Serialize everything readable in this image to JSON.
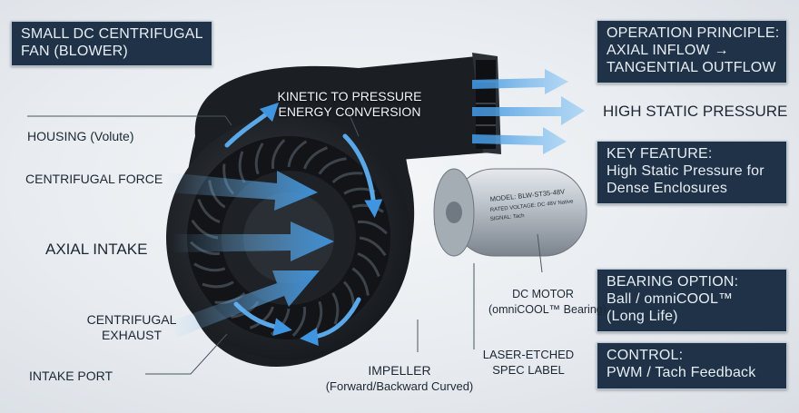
{
  "title_box": {
    "line1": "SMALL DC CENTRIFUGAL",
    "line2": "FAN (BLOWER)"
  },
  "operation_box": {
    "line1": "OPERATION PRINCIPLE:",
    "line2": "AXIAL INFLOW →",
    "line3": "TANGENTIAL OUTFLOW"
  },
  "static_pressure_label": "HIGH STATIC PRESSURE",
  "key_feature_box": {
    "line1": "KEY FEATURE:",
    "line2": "High Static Pressure for",
    "line3": "Dense Enclosures"
  },
  "bearing_box": {
    "line1": "BEARING OPTION:",
    "line2": "Ball / omniCOOL™",
    "line3": "(Long Life)"
  },
  "control_box": {
    "line1": "CONTROL:",
    "line2": "PWM / Tach Feedback"
  },
  "labels": {
    "housing": "HOUSING (Volute)",
    "centrifugal_force": "CENTRIFUGAL FORCE",
    "axial_intake": "AXIAL INTAKE",
    "centrifugal_exhaust_1": "CENTRIFUGAL",
    "centrifugal_exhaust_2": "EXHAUST",
    "intake_port": "INTAKE PORT",
    "kinetic_1": "KINETIC TO PRESSURE",
    "kinetic_2": "ENERGY CONVERSION",
    "impeller_1": "IMPELLER",
    "impeller_2": "(Forward/Backward Curved)",
    "dc_motor_1": "DC MOTOR",
    "dc_motor_2": "(omniCOOL™ Bearing)",
    "laser_1": "LASER-ETCHED",
    "laser_2": "SPEC LABEL"
  },
  "motor_label": {
    "line1": "MODEL: BLW-ST35-48V",
    "line2": "RATED VOLTAGE: DC 48V Native",
    "line3": "SIGNAL: Tach"
  },
  "colors": {
    "box_bg": "#1f3247",
    "fan_body": "#1b1e22",
    "airflow": "#5aa8e8",
    "motor": "#b9c0c7"
  }
}
